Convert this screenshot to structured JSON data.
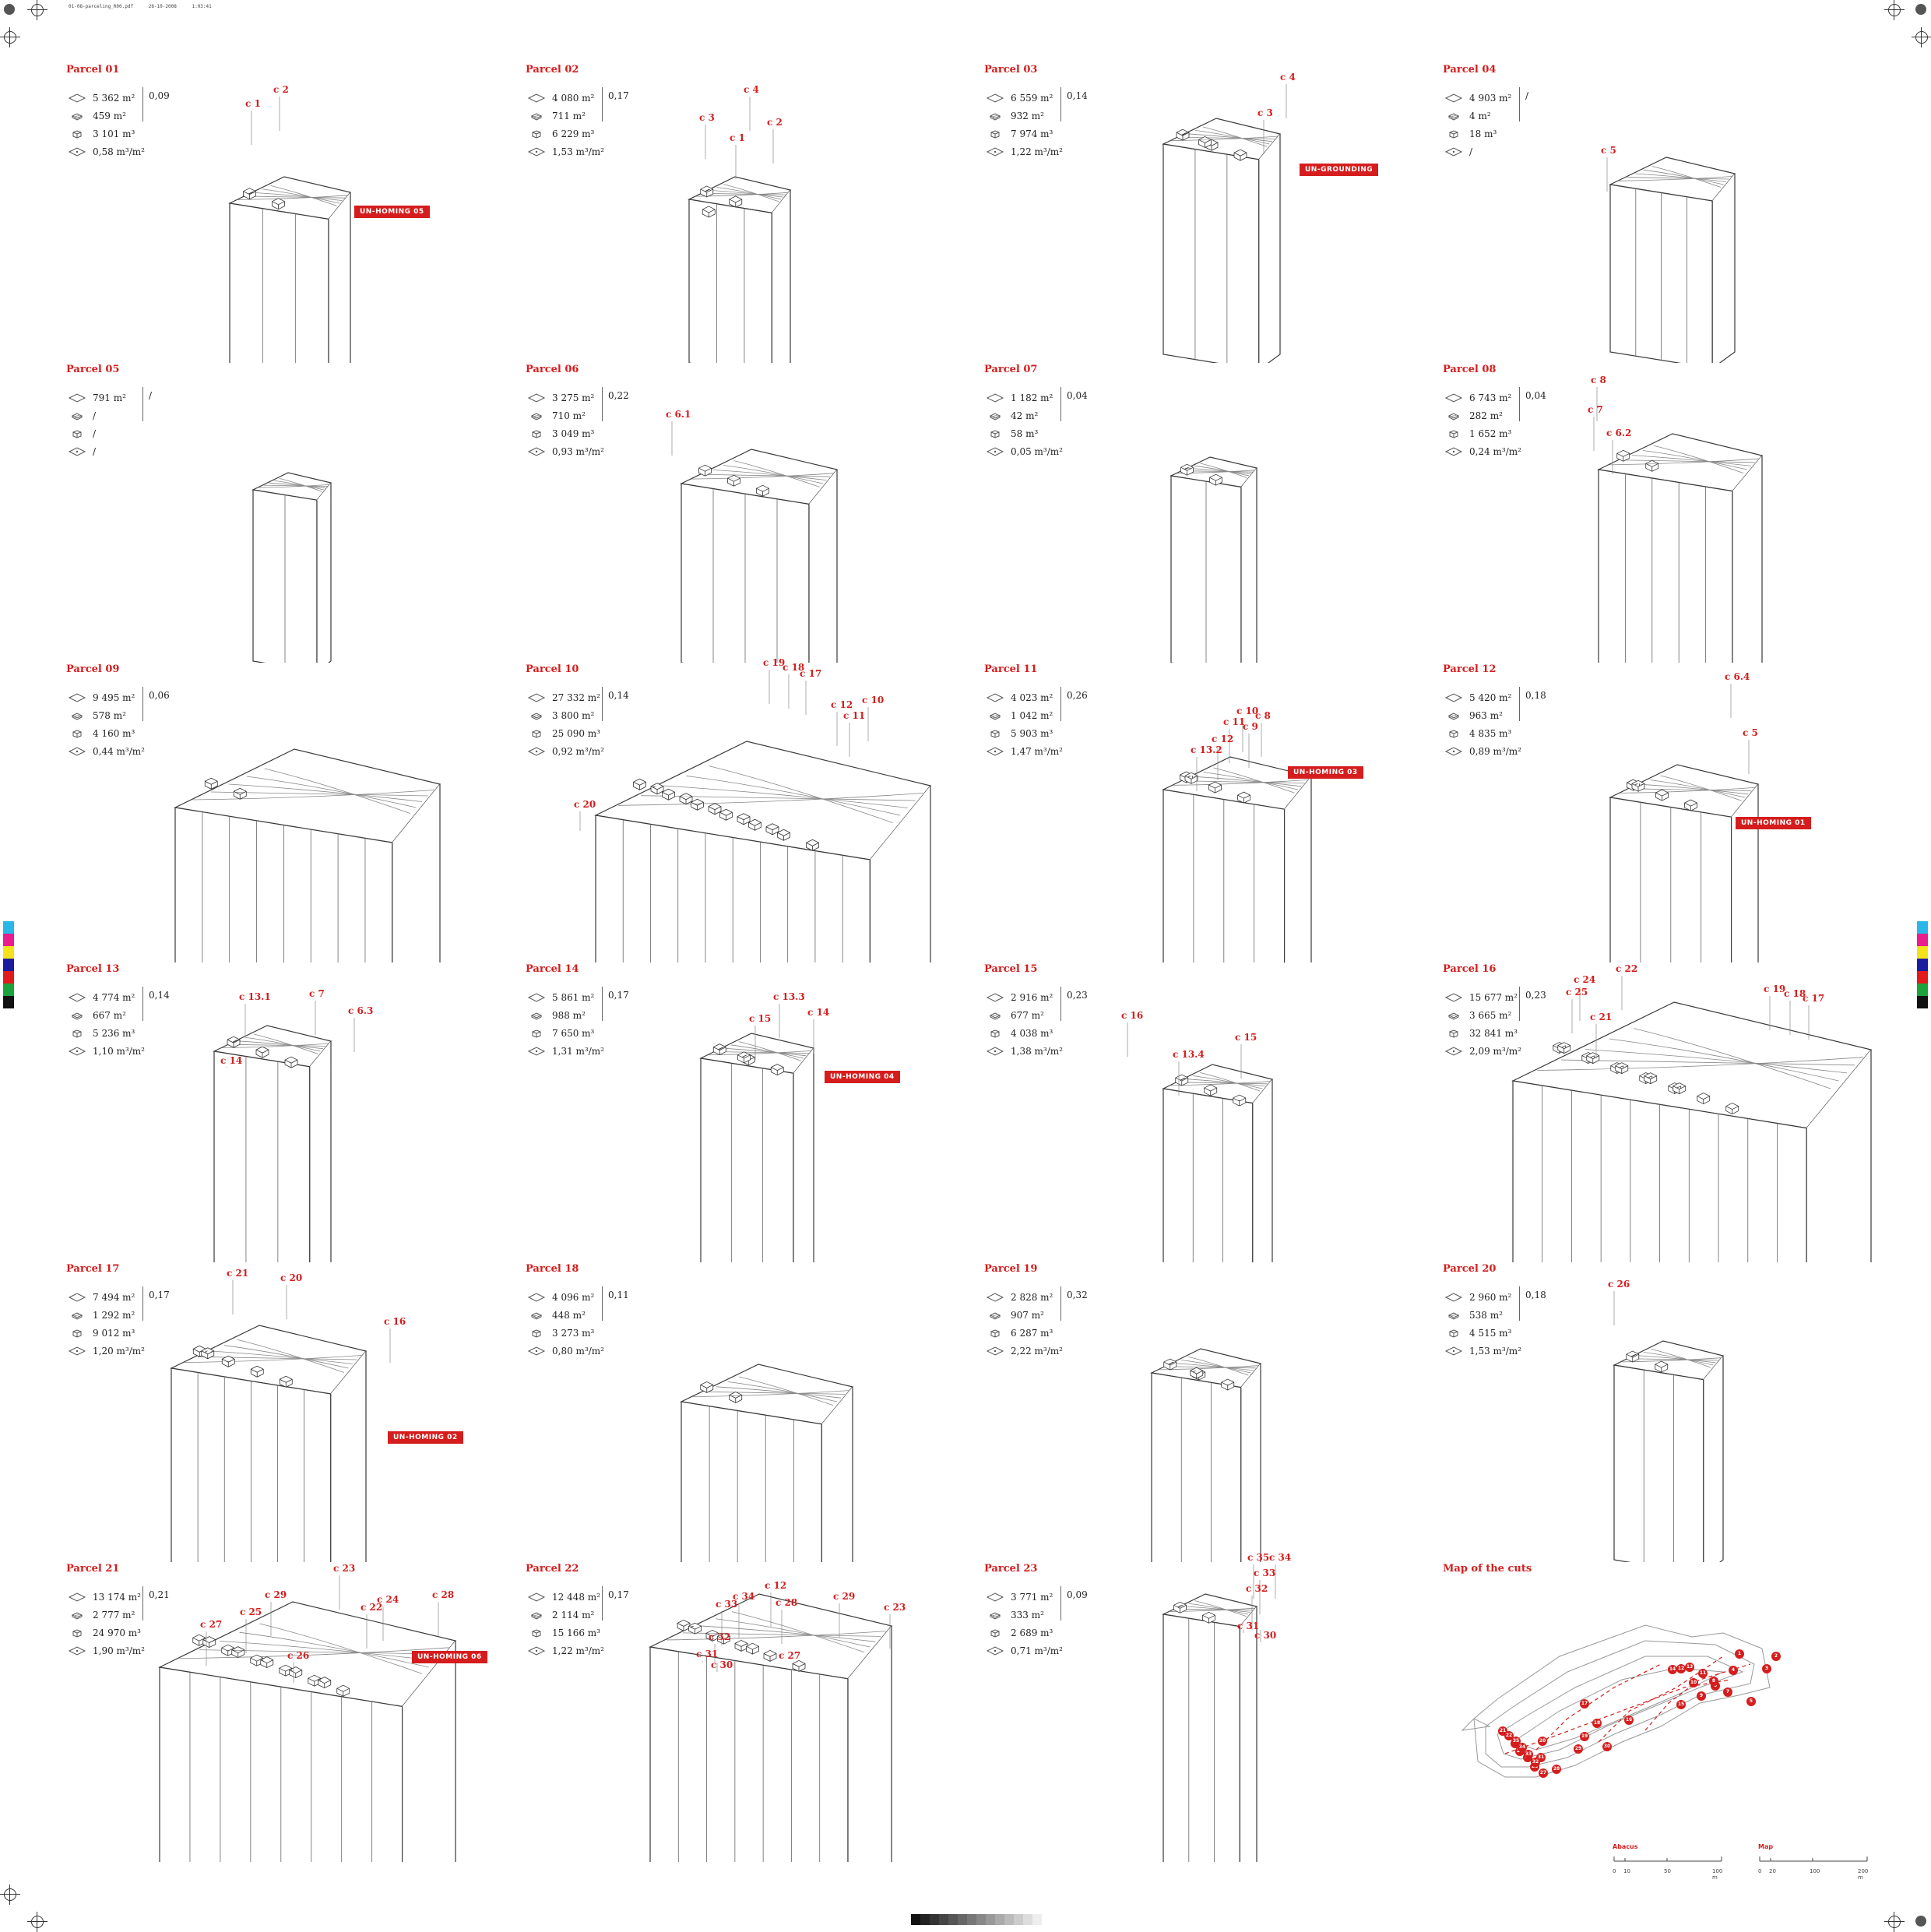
{
  "header": {
    "filename": "01-08-parceling_R00.pdf",
    "date": "26-10-2008",
    "time": "1:03:41"
  },
  "colors": {
    "accent": "#d51d1d",
    "line": "#3a3a3a"
  },
  "stat_icons": [
    "area-icon",
    "built-area-icon",
    "volume-icon",
    "density-icon"
  ],
  "parcels": [
    {
      "title": "Parcel 01",
      "stats": [
        "5 362 m²",
        "459 m²",
        "3 101 m³",
        "0,58 m³/m²"
      ],
      "ratio": "0,09",
      "badge": "UN-HOMING 05",
      "cuts": [
        "c 1",
        "c 2"
      ]
    },
    {
      "title": "Parcel 02",
      "stats": [
        "4 080 m²",
        "711 m²",
        "6 229 m³",
        "1,53 m³/m²"
      ],
      "ratio": "0,17",
      "badge": "",
      "cuts": [
        "c 4",
        "c 3",
        "c 1",
        "c 2"
      ]
    },
    {
      "title": "Parcel 03",
      "stats": [
        "6 559 m²",
        "932 m²",
        "7 974 m³",
        "1,22 m³/m²"
      ],
      "ratio": "0,14",
      "badge": "UN-GROUNDING",
      "cuts": [
        "c 4",
        "c 3"
      ]
    },
    {
      "title": "Parcel 04",
      "stats": [
        "4 903 m²",
        "4 m²",
        "18 m³",
        "/"
      ],
      "ratio": "/",
      "badge": "",
      "cuts": [
        "c 5"
      ]
    },
    {
      "title": "Parcel 05",
      "stats": [
        "791 m²",
        "/",
        "/",
        "/"
      ],
      "ratio": "/",
      "badge": "",
      "cuts": []
    },
    {
      "title": "Parcel 06",
      "stats": [
        "3 275 m²",
        "710 m²",
        "3 049 m³",
        "0,93 m³/m²"
      ],
      "ratio": "0,22",
      "badge": "",
      "cuts": [
        "c 6.1"
      ]
    },
    {
      "title": "Parcel 07",
      "stats": [
        "1 182 m²",
        "42 m²",
        "58 m³",
        "0,05 m³/m²"
      ],
      "ratio": "0,04",
      "badge": "",
      "cuts": []
    },
    {
      "title": "Parcel 08",
      "stats": [
        "6 743 m²",
        "282 m²",
        "1 652 m³",
        "0,24 m³/m²"
      ],
      "ratio": "0,04",
      "badge": "",
      "cuts": [
        "c 8",
        "c 7",
        "c 6.2"
      ]
    },
    {
      "title": "Parcel 09",
      "stats": [
        "9 495 m²",
        "578 m²",
        "4 160 m³",
        "0,44 m³/m²"
      ],
      "ratio": "0,06",
      "badge": "",
      "cuts": []
    },
    {
      "title": "Parcel 10",
      "stats": [
        "27 332 m²",
        "3 800 m²",
        "25 090 m³",
        "0,92 m³/m²"
      ],
      "ratio": "0,14",
      "badge": "",
      "cuts": [
        "c 19",
        "c 18",
        "c 17",
        "c 12",
        "c 11",
        "c 10",
        "c 20"
      ]
    },
    {
      "title": "Parcel 11",
      "stats": [
        "4 023 m²",
        "1 042 m²",
        "5 903 m³",
        "1,47 m³/m²"
      ],
      "ratio": "0,26",
      "badge": "UN-HOMING 03",
      "cuts": [
        "c 10",
        "c 11",
        "c 8",
        "c 9",
        "c 12",
        "c 13.2"
      ]
    },
    {
      "title": "Parcel 12",
      "stats": [
        "5 420 m²",
        "963 m²",
        "4 835 m³",
        "0,89 m³/m²"
      ],
      "ratio": "0,18",
      "badge": "UN-HOMING 01",
      "cuts": [
        "c 6.4",
        "c 5"
      ]
    },
    {
      "title": "Parcel 13",
      "stats": [
        "4 774 m²",
        "667 m²",
        "5 236 m³",
        "1,10 m³/m²"
      ],
      "ratio": "0,14",
      "badge": "",
      "cuts": [
        "c 13.1",
        "c 7",
        "c 6.3",
        "c 14"
      ]
    },
    {
      "title": "Parcel 14",
      "stats": [
        "5 861 m²",
        "988 m²",
        "7 650 m³",
        "1,31 m³/m²"
      ],
      "ratio": "0,17",
      "badge": "UN-HOMING 04",
      "cuts": [
        "c 13.3",
        "c 15",
        "c 14"
      ]
    },
    {
      "title": "Parcel 15",
      "stats": [
        "2 916 m²",
        "677 m²",
        "4 038 m³",
        "1,38 m³/m²"
      ],
      "ratio": "0,23",
      "badge": "",
      "cuts": [
        "c 16",
        "c 13.4",
        "c 15"
      ]
    },
    {
      "title": "Parcel 16",
      "stats": [
        "15 677 m²",
        "3 665 m²",
        "32 841 m³",
        "2,09 m³/m²"
      ],
      "ratio": "0,23",
      "badge": "",
      "cuts": [
        "c 22",
        "c 24",
        "c 25",
        "c 21",
        "c 19",
        "c 18",
        "c 17"
      ]
    },
    {
      "title": "Parcel 17",
      "stats": [
        "7 494 m²",
        "1 292 m²",
        "9 012 m³",
        "1,20 m³/m²"
      ],
      "ratio": "0,17",
      "badge": "UN-HOMING 02",
      "cuts": [
        "c 21",
        "c 20",
        "c 16"
      ]
    },
    {
      "title": "Parcel 18",
      "stats": [
        "4 096 m²",
        "448 m²",
        "3 273 m³",
        "0,80 m³/m²"
      ],
      "ratio": "0,11",
      "badge": "",
      "cuts": []
    },
    {
      "title": "Parcel 19",
      "stats": [
        "2 828 m²",
        "907 m²",
        "6 287 m³",
        "2,22 m³/m²"
      ],
      "ratio": "0,32",
      "badge": "",
      "cuts": []
    },
    {
      "title": "Parcel 20",
      "stats": [
        "2 960 m²",
        "538 m²",
        "4 515 m³",
        "1,53 m³/m²"
      ],
      "ratio": "0,18",
      "badge": "",
      "cuts": [
        "c 26"
      ]
    },
    {
      "title": "Parcel 21",
      "stats": [
        "13 174 m²",
        "2 777 m²",
        "24 970 m³",
        "1,90 m³/m²"
      ],
      "ratio": "0,21",
      "badge": "UN-HOMING 06",
      "cuts": [
        "c 23",
        "c 29",
        "c 24",
        "c 22",
        "c 28",
        "c 25",
        "c 27",
        "c 26"
      ]
    },
    {
      "title": "Parcel 22",
      "stats": [
        "12 448 m²",
        "2 114 m²",
        "15 166 m³",
        "1,22 m³/m²"
      ],
      "ratio": "0,17",
      "badge": "",
      "cuts": [
        "c 12",
        "c 34",
        "c 28",
        "c 29",
        "c 33",
        "c 23",
        "c 32",
        "c 31",
        "c 27",
        "c 30"
      ]
    },
    {
      "title": "Parcel 23",
      "stats": [
        "3 771 m²",
        "333 m²",
        "2 689 m³",
        "0,71 m³/m²"
      ],
      "ratio": "0,09",
      "badge": "",
      "cuts": [
        "c 35",
        "c 34",
        "c 33",
        "c 32",
        "c 31",
        "c 30"
      ]
    }
  ],
  "map": {
    "title": "Map of the cuts",
    "markers": [
      "1",
      "2",
      "3",
      "4",
      "5",
      "6",
      "7",
      "8",
      "9",
      "10",
      "11",
      "12",
      "13",
      "14",
      "15",
      "16",
      "17",
      "18",
      "19",
      "20",
      "21",
      "22",
      "23",
      "24",
      "25",
      "26",
      "27",
      "28",
      "29",
      "30",
      "31",
      "32",
      "33",
      "34",
      "35"
    ],
    "scales": [
      {
        "title": "Abacus",
        "ticks": [
          "0",
          "10",
          "50",
          "100 m"
        ]
      },
      {
        "title": "Map",
        "ticks": [
          "0",
          "20",
          "100",
          "200 m"
        ]
      }
    ]
  }
}
